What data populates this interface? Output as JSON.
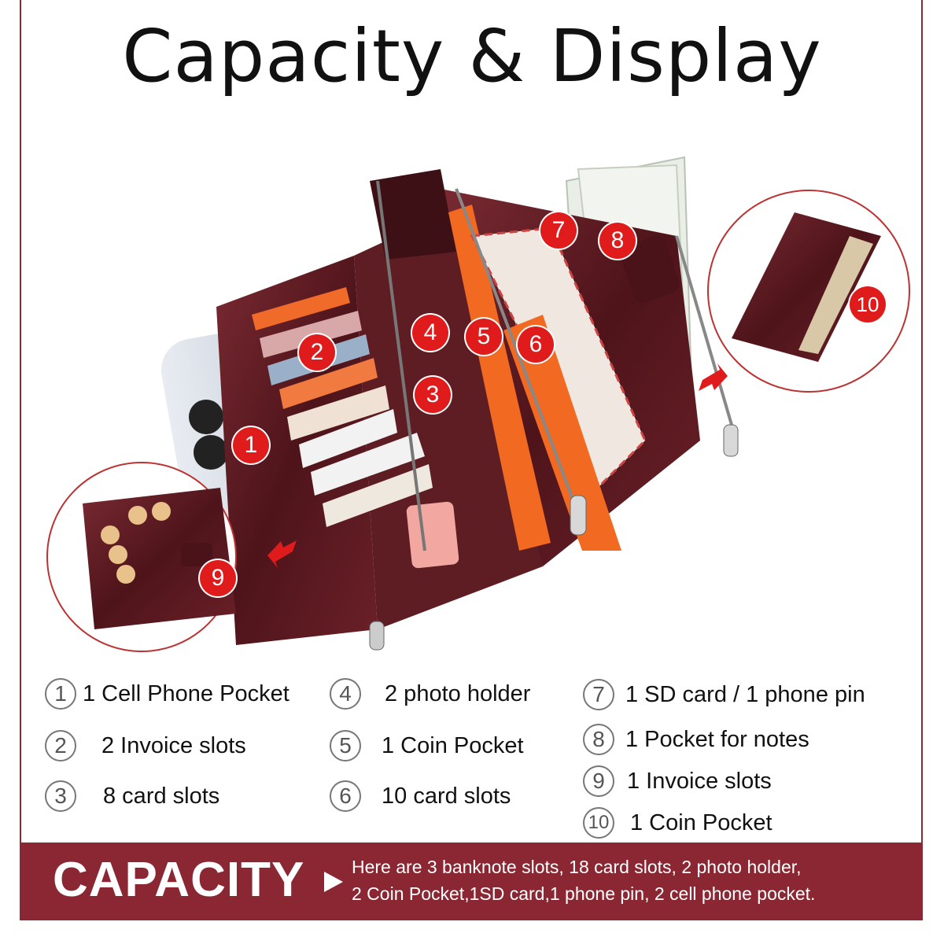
{
  "title": "Capacity & Display",
  "badges": [
    "1",
    "2",
    "3",
    "4",
    "5",
    "6",
    "7",
    "8",
    "9",
    "10"
  ],
  "legend": [
    {
      "num": "1",
      "text": "1 Cell Phone Pocket"
    },
    {
      "num": "2",
      "text": "2 Invoice slots"
    },
    {
      "num": "3",
      "text": "8 card slots"
    },
    {
      "num": "4",
      "text": "2 photo holder"
    },
    {
      "num": "5",
      "text": "1 Coin Pocket"
    },
    {
      "num": "6",
      "text": "10 card slots"
    },
    {
      "num": "7",
      "text": "1 SD card / 1 phone pin"
    },
    {
      "num": "8",
      "text": "1 Pocket for notes"
    },
    {
      "num": "9",
      "text": "1 Invoice slots"
    },
    {
      "num": "10",
      "text": "1 Coin Pocket"
    }
  ],
  "footer": {
    "label": "CAPACITY",
    "line1": "Here are 3 banknote slots, 18 card slots, 2 photo holder,",
    "line2": "2 Coin Pocket,1SD card,1 phone pin,  2 cell phone pocket."
  },
  "colors": {
    "accent": "#8b2733",
    "badge": "#e01b1b",
    "leather": "#5a1a20"
  }
}
